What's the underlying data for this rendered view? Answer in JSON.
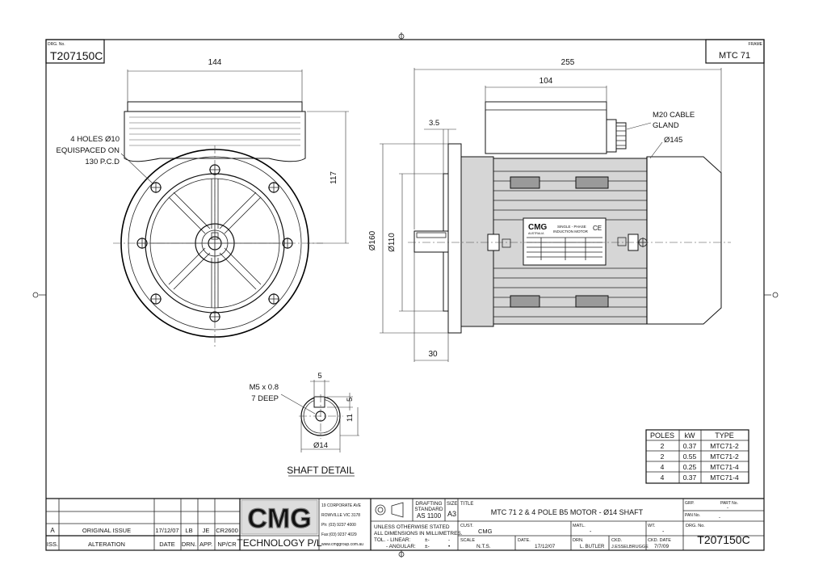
{
  "header": {
    "drg_no_label": "DRG. No.",
    "drg_no": "T207150C",
    "frame_label": "FRAME",
    "frame": "MTC 71"
  },
  "dimensions": {
    "d144": "144",
    "d117": "117",
    "holes_line1": "4 HOLES Ø10",
    "holes_line2": "EQUISPACED ON",
    "holes_line3": "130 P.C.D",
    "d255": "255",
    "d104": "104",
    "d35": "3.5",
    "gland_line1": "M20 CABLE",
    "gland_line2": "GLAND",
    "d145": "Ø145",
    "d160": "Ø160",
    "d110": "Ø110",
    "d30": "30",
    "shaft_d5": "5",
    "shaft_m5_line1": "M5 x 0.8",
    "shaft_m5_line2": "7 DEEP",
    "shaft_r5": "5",
    "shaft_r11": "11",
    "shaft_d14": "Ø14",
    "shaft_title": "SHAFT DETAIL"
  },
  "nameplate": {
    "brand": "CMG",
    "brand_sub": "AUSTRALIA",
    "line1": "SINGLE - PHASE",
    "line2": "INDUCTION MOTOR",
    "mark": "CE"
  },
  "poles_table": {
    "headers": [
      "POLES",
      "kW",
      "TYPE"
    ],
    "rows": [
      [
        "2",
        "0.37",
        "MTC71-2"
      ],
      [
        "2",
        "0.55",
        "MTC71-2"
      ],
      [
        "4",
        "0.25",
        "MTC71-4"
      ],
      [
        "4",
        "0.37",
        "MTC71-4"
      ]
    ]
  },
  "title_block": {
    "rev_a": "A",
    "rev_a_desc": "ORIGINAL ISSUE",
    "rev_a_date": "17/12/07",
    "rev_a_drn": "LB",
    "rev_a_app": "JE",
    "rev_a_np": "CR2600",
    "iss": "ISS.",
    "alteration": "ALTERATION",
    "date": "DATE",
    "drn": "DRN.",
    "app": "APP.",
    "npcr": "NP/CR",
    "logo": "CMG",
    "company": "TECHNOLOGY P/L",
    "addr1": "19 CORPORATE AVE",
    "addr2": "ROWVILLE VIC 3178",
    "phone": "Ph: (03) 9237 4000",
    "fax": "Fax:(03) 9237 4029",
    "web": "www.cmggroup.com.au",
    "drafting_label1": "DRAFTING",
    "drafting_label2": "STANDARD",
    "drafting_std": "AS 1100",
    "size_label": "SIZE",
    "size": "A3",
    "title_label": "TITLE",
    "title": "MTC 71    2 & 4 POLE    B5 MOTOR - Ø14 SHAFT",
    "grp_label": "GRP.",
    "part_no_label": "PART No.",
    "part_no": "-",
    "pan_label": "PAN No.",
    "pan": "-",
    "unless1": "UNLESS OTHERWISE STATED",
    "unless2": "ALL DIMENSIONS IN MILLIMETRES.",
    "tol_linear": "TOL. - LINEAR:",
    "tol_angular": "- ANGULAR:",
    "tol_sym": "±-",
    "tol_sym2": "±-",
    "tol_dot1": "-",
    "tol_dot2": "•",
    "cust_label": "CUST.",
    "cust": "CMG",
    "matl_label": "MATL.",
    "matl": "-",
    "wt_label": "WT.",
    "wt": "-",
    "drg_no_label2": "DRG. No.",
    "drg_no2": "T207150C",
    "scale_label": "SCALE",
    "scale": "N.T.S.",
    "date_label": "DATE.",
    "date_val": "17/12/07",
    "drn_label": "DRN.",
    "drn_val": "L. BUTLER",
    "ckd_label": "CKD.",
    "ckd_val": "J.ESSELBRUGGE",
    "ckd_date_label": "CKD. DATE",
    "ckd_date": "7/7/09"
  }
}
